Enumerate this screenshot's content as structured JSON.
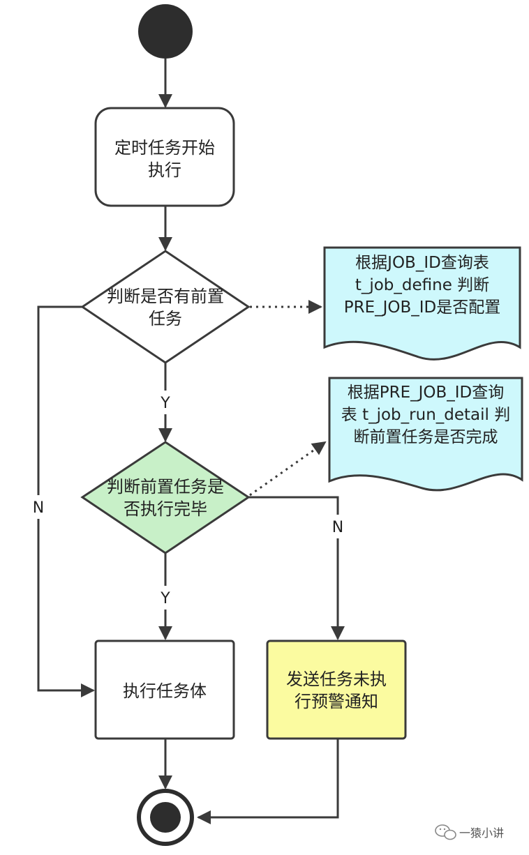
{
  "nodes": {
    "start_task": {
      "lines": [
        "定时任务开始",
        "执行"
      ]
    },
    "check_pre_task": {
      "lines": [
        "判断是否有前置",
        "任务"
      ]
    },
    "check_pre_done": {
      "lines": [
        "判断前置任务是",
        "否执行完毕"
      ]
    },
    "run_task": {
      "lines": [
        "执行任务体"
      ]
    },
    "send_alert": {
      "lines": [
        "发送任务未执",
        "行预警通知"
      ]
    }
  },
  "notes": {
    "note_job_define": {
      "lines": [
        "根据JOB_ID查询表",
        "t_job_define 判断",
        "PRE_JOB_ID是否配置"
      ]
    },
    "note_run_detail": {
      "lines": [
        "根据PRE_JOB_ID查询",
        "表 t_job_run_detail 判",
        "断前置任务是否完成"
      ]
    }
  },
  "edge_labels": {
    "yes_1": "Y",
    "yes_2": "Y",
    "no_1": "N",
    "no_2": "N"
  },
  "watermark": {
    "text": "一猿小讲"
  },
  "colors": {
    "line": "#3a3a3a",
    "decision_fill": "#c8f0c8",
    "note_fill": "#cef8fc",
    "alert_fill": "#fbfba0",
    "start_fill": "#2d2d2d"
  }
}
